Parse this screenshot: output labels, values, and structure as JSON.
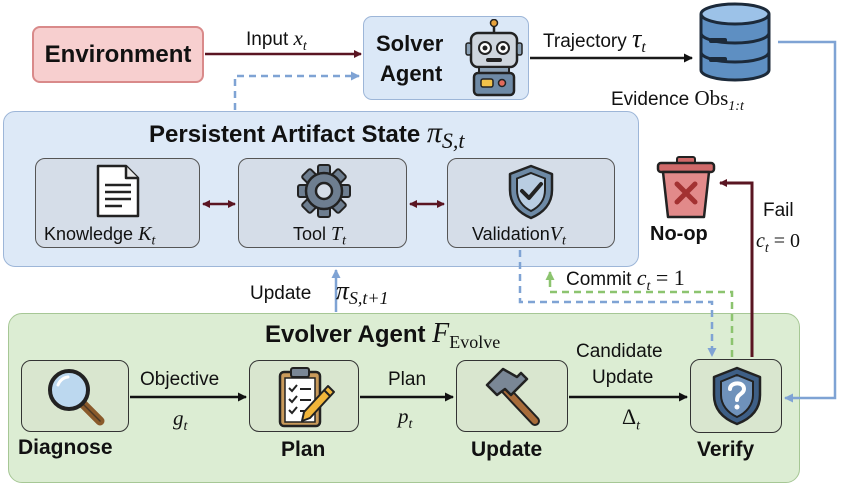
{
  "environment": {
    "label": "Environment"
  },
  "solver": {
    "line1": "Solver",
    "line2": "Agent",
    "icon": "robot-icon"
  },
  "edges": {
    "input_text": "Input",
    "input_var": "x",
    "input_sub": "t",
    "trajectory_text": "Trajectory",
    "trajectory_var": "τ",
    "trajectory_sub": "t",
    "evidence_text": "Evidence",
    "evidence_var": "Obs",
    "evidence_sub": "1:t",
    "update_text": "Update",
    "update_var": "π",
    "update_sub": "S,t+1",
    "commit_text": "Commit",
    "commit_var": "c",
    "commit_sub": "t",
    "commit_eq": " = 1",
    "fail_text": "Fail",
    "fail_var": "c",
    "fail_sub": "t",
    "fail_eq": " = 0",
    "objective_text": "Objective",
    "objective_var": "g",
    "objective_sub": "t",
    "plan_text": "Plan",
    "plan_var": "p",
    "plan_sub": "t",
    "candidate_line1": "Candidate",
    "candidate_line2": "Update",
    "candidate_var": "Δ",
    "candidate_sub": "t"
  },
  "artifact_state": {
    "title": "Persistent Artifact State",
    "title_var": "π",
    "title_sub": "S,t",
    "modules": [
      {
        "label": "Knowledge",
        "var": "K",
        "sub": "t",
        "icon": "document-icon"
      },
      {
        "label": "Tool",
        "var": "T",
        "sub": "t",
        "icon": "gear-icon"
      },
      {
        "label": "Validation",
        "var": "V",
        "sub": "t",
        "icon": "shield-check-icon"
      }
    ]
  },
  "noop": {
    "label": "No-op",
    "icon": "trash-bin-icon"
  },
  "evolver": {
    "title": "Evolver Agent",
    "title_var": "F",
    "title_sub": "Evolve",
    "steps": [
      {
        "label": "Diagnose",
        "icon": "magnifier-icon"
      },
      {
        "label": "Plan",
        "icon": "clipboard-icon"
      },
      {
        "label": "Update",
        "icon": "hammer-icon"
      },
      {
        "label": "Verify",
        "icon": "shield-question-icon"
      }
    ]
  },
  "database": {
    "icon": "database-icon"
  },
  "colors": {
    "env_fill": "#f7cfcf",
    "solver_fill": "#dbe8f7",
    "artifact_fill": "#dde9f7",
    "evolver_fill": "#dcedd3",
    "dark_arrow": "#5a1522",
    "blue_dash": "#7fa3d4",
    "green_dash": "#8cc46f"
  }
}
